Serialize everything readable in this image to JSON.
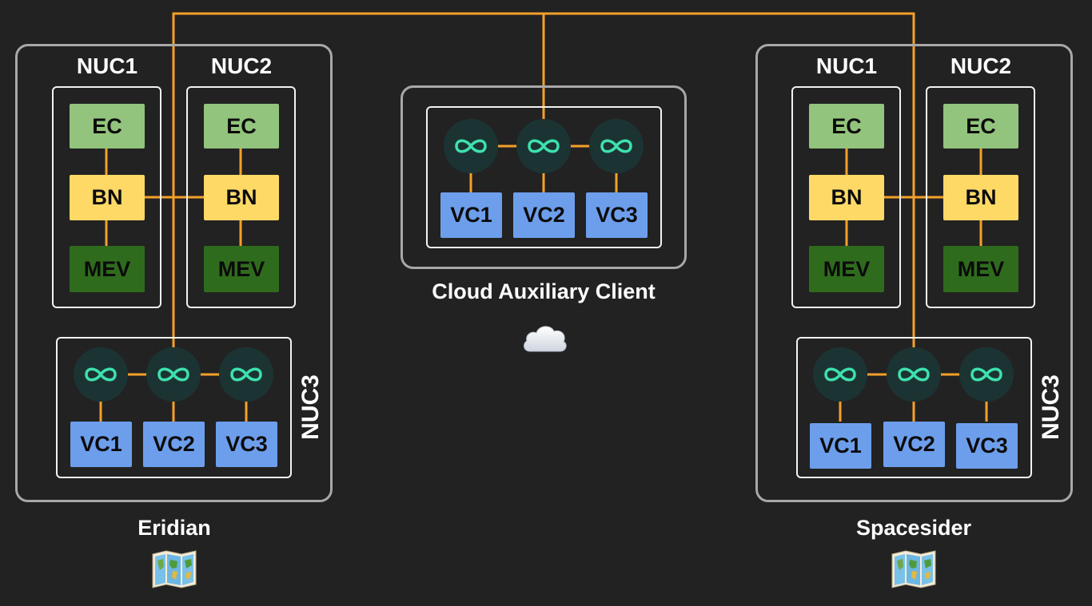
{
  "colors": {
    "background": "#222222",
    "link": "#f5a02a",
    "execution_client": "#93c47d",
    "beacon_node": "#ffd966",
    "mev": "#2f6b1c",
    "validator_client": "#6d9eeb",
    "infinity_bg": "#1b3433",
    "infinity_stroke": "#3ee0b0"
  },
  "eridian": {
    "caption": "Eridian",
    "icon": "world-map-icon",
    "nuc1": {
      "title": "NUC1",
      "ec": "EC",
      "bn": "BN",
      "mev": "MEV"
    },
    "nuc2": {
      "title": "NUC2",
      "ec": "EC",
      "bn": "BN",
      "mev": "MEV"
    },
    "nuc3": {
      "title": "NUC3",
      "nodes": [
        "infinity-icon",
        "infinity-icon",
        "infinity-icon"
      ],
      "vcs": [
        "VC1",
        "VC2",
        "VC3"
      ]
    }
  },
  "spacesider": {
    "caption": "Spacesider",
    "icon": "world-map-icon",
    "nuc1": {
      "title": "NUC1",
      "ec": "EC",
      "bn": "BN",
      "mev": "MEV"
    },
    "nuc2": {
      "title": "NUC2",
      "ec": "EC",
      "bn": "BN",
      "mev": "MEV"
    },
    "nuc3": {
      "title": "NUC3",
      "nodes": [
        "infinity-icon",
        "infinity-icon",
        "infinity-icon"
      ],
      "vcs": [
        "VC1",
        "VC2",
        "VC3"
      ]
    }
  },
  "cloud": {
    "caption": "Cloud Auxiliary Client",
    "icon": "cloud-icon",
    "nodes": [
      "infinity-icon",
      "infinity-icon",
      "infinity-icon"
    ],
    "vcs": [
      "VC1",
      "VC2",
      "VC3"
    ]
  }
}
